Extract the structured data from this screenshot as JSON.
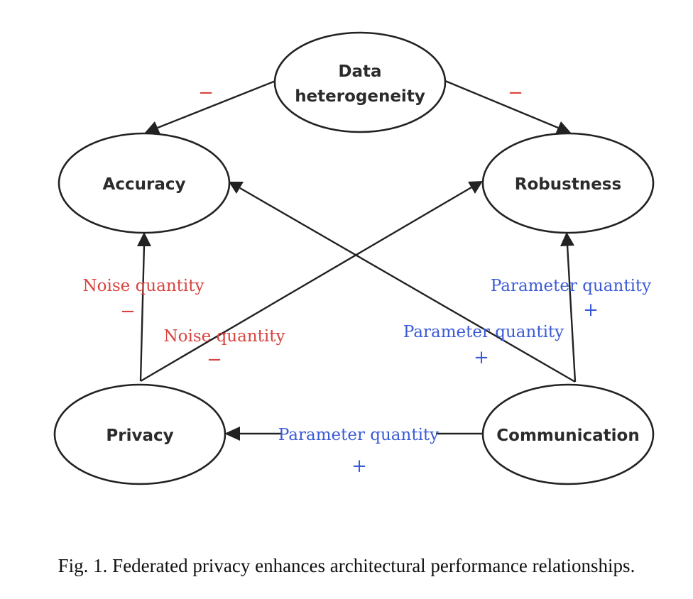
{
  "nodes": {
    "data_heterogeneity": {
      "line1": "Data",
      "line2": "heterogeneity"
    },
    "accuracy": "Accuracy",
    "robustness": "Robustness",
    "privacy": "Privacy",
    "communication": "Communication"
  },
  "edges": {
    "heterogeneity_to_accuracy": {
      "sign": "−"
    },
    "heterogeneity_to_robustness": {
      "sign": "−"
    },
    "privacy_to_accuracy": {
      "label": "Noise quantity",
      "sign": "−"
    },
    "privacy_to_robustness": {
      "label": "Noise quantity",
      "sign": "−"
    },
    "communication_to_accuracy": {
      "label": "Parameter quantity",
      "sign": "+"
    },
    "communication_to_robustness": {
      "label": "Parameter quantity",
      "sign": "+"
    },
    "communication_to_privacy": {
      "label": "Parameter quantity",
      "sign": "+"
    }
  },
  "colors": {
    "negative": "#d9433f",
    "positive": "#3b5bd6",
    "line": "#222222"
  },
  "caption": "Fig. 1.  Federated privacy enhances architectural performance relationships."
}
